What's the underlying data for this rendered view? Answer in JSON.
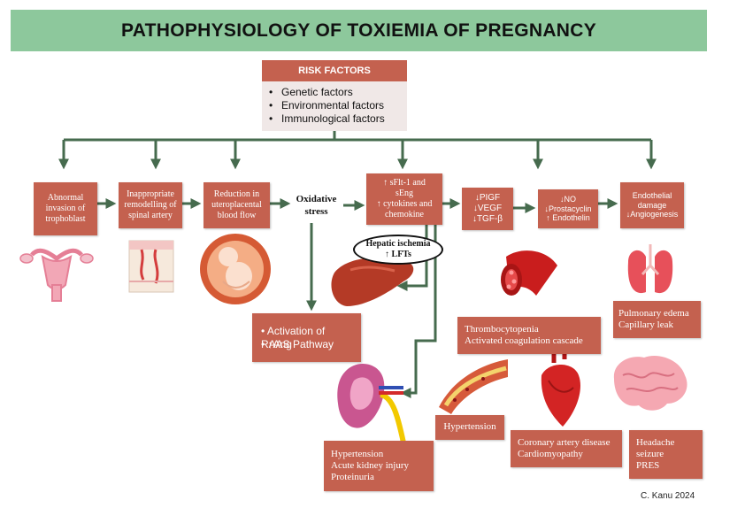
{
  "title": "PATHOPHYSIOLOGY OF TOXIEMIA OF PREGNANCY",
  "risk_factors": {
    "heading": "RISK FACTORS",
    "items": [
      "Genetic factors",
      "Environmental factors",
      "Immunological factors"
    ]
  },
  "nodes": {
    "trophoblast": "Abnormal\ninvasion of\ntrophoblast",
    "spinal_artery": "Inappropriate\nremodelling of\nspinal artery",
    "blood_flow": "Reduction in\nuteroplacental\nblood flow",
    "oxidative": "Oxidative\nstress",
    "sflt": "↑ sFlt-1 and\nsEng\n↑ cytokines and\nchemokine",
    "plgf": "↓PIGF\n↓VEGF\n↓TGF-β",
    "no": "↓NO\n↓Prostacyclin\n↑ Endothelin",
    "endothelial": "Endothelial\ndamage\n↓Angiogenesis",
    "hepatic": "Hepatic ischemia\n↑ LFTs",
    "raas": [
      "Activation of RAAS Pathway",
      "↑Ang"
    ],
    "thrombo": "Thrombocytopenia\nActivated coagulation cascade",
    "pulmonary": "Pulmonary edema\nCapillary leak",
    "hypertension": "Hypertension",
    "renal": "Hypertension\nAcute kidney injury\nProteinuria",
    "coronary": "Coronary artery disease\nCardiomyopathy",
    "neuro": "Headache\nseizure\nPRES"
  },
  "credit": "C. Kanu 2024",
  "colors": {
    "title_band": "#8dc89c",
    "box": "#c4614f",
    "arrow": "#466b4e",
    "risk_body": "#f0e8e7"
  },
  "icons": [
    "uterus-icon",
    "placenta-icon",
    "fetus-icon",
    "liver-icon",
    "kidney-icon",
    "blood-vessel-icon",
    "artery-plaque-icon",
    "heart-icon",
    "brain-icon",
    "lungs-icon"
  ]
}
